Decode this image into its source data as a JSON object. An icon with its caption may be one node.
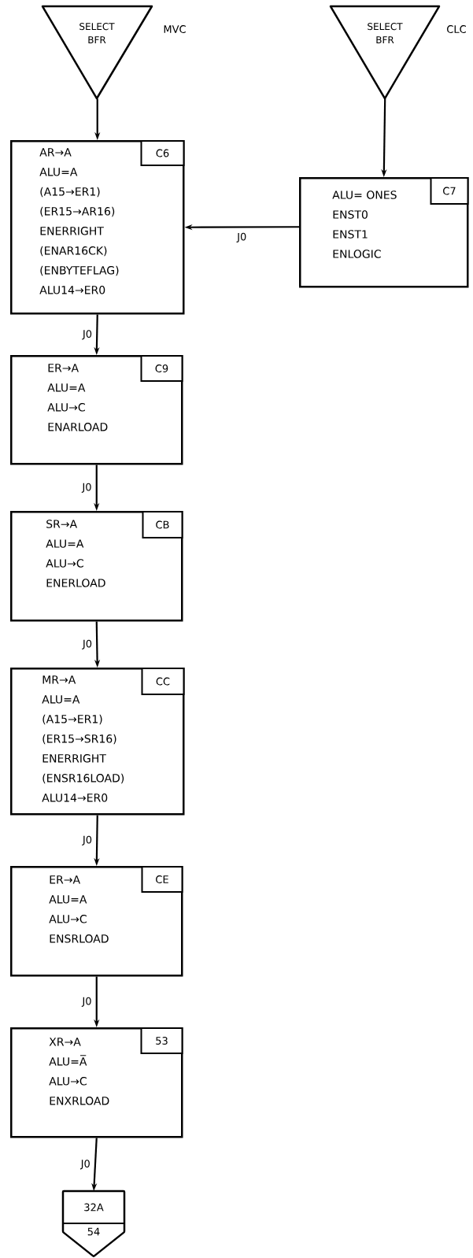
{
  "diagram": {
    "nodes": [
      {
        "text": [
          "SELECT BFR"
        ],
        "beside": [
          "MVC"
        ]
      },
      {
        "text": [
          "SELECT BFR"
        ],
        "beside": [
          "CLC"
        ]
      },
      {
        "text": [
          "AR→A",
          "ALU=A",
          "(A15→ER1)",
          "(ER15→AR16)",
          "ENERRIGHT",
          "(ENAR16CK)",
          "(ENBYTEFLAG)",
          "ALU14→ER0"
        ]
      },
      {
        "text": [
          "C6"
        ],
        "in": 2
      },
      {
        "text": [
          "ALU= ONES",
          "ENST0",
          "ENST1",
          "ENLOGIC"
        ]
      },
      {
        "text": [
          "C7"
        ],
        "in": 4
      },
      {
        "text": [
          "ER→A",
          "ALU=A",
          "ALU→C",
          "ENARLOAD"
        ]
      },
      {
        "text": [
          "C9"
        ],
        "in": 6
      },
      {
        "text": [
          "SR→A",
          "ALU=A",
          "ALU→C",
          "ENERLOAD"
        ]
      },
      {
        "text": [
          "CB"
        ],
        "in": 8
      },
      {
        "text": [
          "MR→A",
          "ALU=A",
          "(A15→ER1)",
          "(ER15→SR16)",
          "ENERRIGHT",
          "(ENSR16LOAD)",
          "ALU14→ER0"
        ]
      },
      {
        "text": [
          "CC"
        ],
        "in": 10
      },
      {
        "text": [
          "ER→A",
          "ALU=A",
          "ALU→C",
          "ENSRLOAD"
        ]
      },
      {
        "text": [
          "CE"
        ],
        "in": 12
      },
      {
        "text": [
          "XR→A",
          "ALU=A̅",
          "ALU→C",
          "ENXRLOAD"
        ]
      },
      {
        "text": [
          "53"
        ],
        "in": 14
      },
      {
        "text": [
          "32A",
          "54"
        ]
      }
    ],
    "edges": [
      {
        "from": 0,
        "to": 2,
        "arrow": "to"
      },
      {
        "from": 1,
        "to": 4,
        "arrow": "to"
      },
      {
        "from": 4,
        "to": 2,
        "arrow": "to",
        "label": "J0"
      },
      {
        "from": 2,
        "to": 6,
        "arrow": "to",
        "label": "J0"
      },
      {
        "from": 6,
        "to": 8,
        "arrow": "to",
        "label": "J0"
      },
      {
        "from": 8,
        "to": 10,
        "arrow": "to",
        "label": "J0"
      },
      {
        "from": 10,
        "to": 12,
        "arrow": "to",
        "label": "J0"
      },
      {
        "from": 12,
        "to": 14,
        "arrow": "to",
        "label": "J0"
      },
      {
        "from": 14,
        "to": 16,
        "arrow": "to",
        "label": "J0"
      }
    ]
  }
}
